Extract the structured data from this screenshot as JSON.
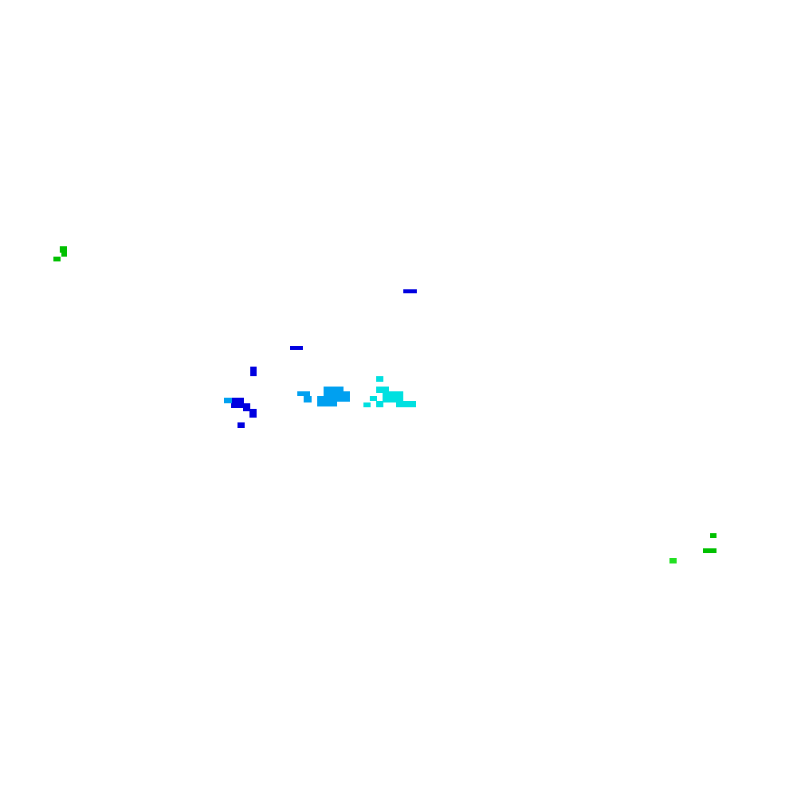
{
  "canvas": {
    "background": "#ffffff"
  },
  "palette": {
    "dark_green": "#00c000",
    "light_green": "#22e022",
    "blue": "#0000e0",
    "sky_blue": "#00a0f0",
    "cyan": "#00e0e0"
  },
  "blobs": [
    {
      "name": "green-blob-top-left",
      "color_key": "dark_green"
    },
    {
      "name": "blue-dash-upper-right",
      "color_key": "blue"
    },
    {
      "name": "blue-dash-middle",
      "color_key": "blue"
    },
    {
      "name": "blue-stem",
      "color_key": "blue"
    },
    {
      "name": "blue-cluster-left",
      "color_key": "blue"
    },
    {
      "name": "sky-blue-cluster-center",
      "color_key": "sky_blue"
    },
    {
      "name": "cyan-cluster-right",
      "color_key": "cyan"
    },
    {
      "name": "green-blob-bottom-right",
      "color_key": "dark_green"
    },
    {
      "name": "light-green-dot-bottom-right",
      "color_key": "light_green"
    }
  ]
}
